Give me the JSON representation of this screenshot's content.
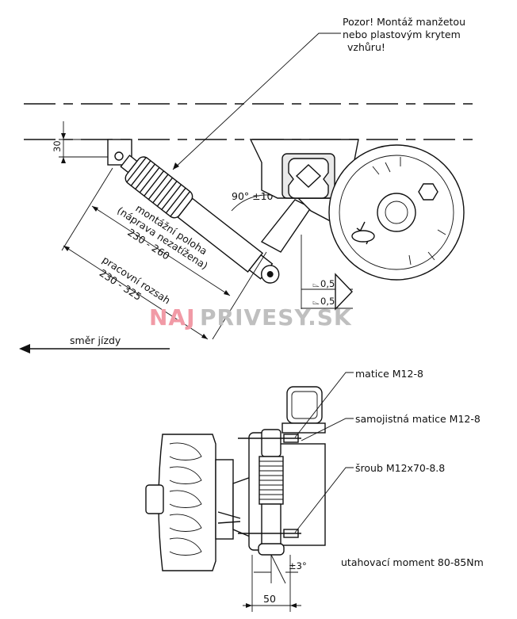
{
  "top_view": {
    "warning_lines": [
      "Pozor! Montáž manžetou",
      "nebo plastovým krytem",
      "vzhůru!"
    ],
    "height_dim": "30",
    "angle_label": "90° ±10°",
    "mount_label_1": "montážní poloha",
    "mount_label_2": "(náprava nezatížena)",
    "mount_range": "230 - 260",
    "work_label": "pracovní rozsah",
    "work_range": "230 - 325",
    "tol_1": "0,5",
    "tol_2": "0,5",
    "direction_label": "směr jízdy"
  },
  "watermark": {
    "part1": "NAJ",
    "part2": "PRIVESY.SK"
  },
  "bottom_view": {
    "nut_label": "matice M12-8",
    "locknut_label": "samojistná matice M12-8",
    "bolt_label": "šroub M12x70-8.8",
    "torque_label": "utahovací moment 80-85Nm",
    "tilt_label": "±3°",
    "width_dim": "50"
  }
}
